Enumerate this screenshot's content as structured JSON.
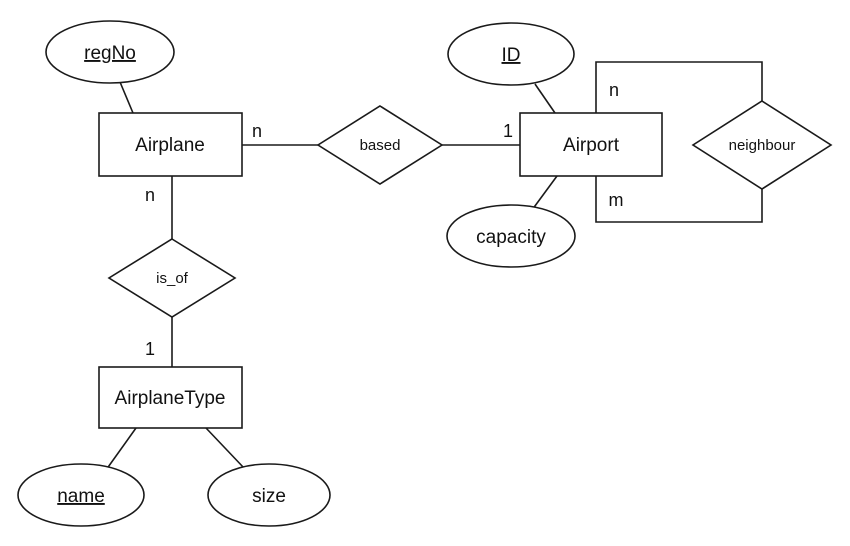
{
  "entities": {
    "airplane": "Airplane",
    "airport": "Airport",
    "airplane_type": "AirplaneType"
  },
  "attributes": {
    "regno": {
      "label": "regNo",
      "key": true
    },
    "id": {
      "label": "ID",
      "key": true
    },
    "capacity": {
      "label": "capacity",
      "key": false
    },
    "name": {
      "label": "name",
      "key": true
    },
    "size": {
      "label": "size",
      "key": false
    }
  },
  "relationships": {
    "based": "based",
    "is_of": "is_of",
    "neighbour": "neighbour"
  },
  "cardinalities": {
    "airplane_based": "n",
    "airport_based": "1",
    "airplane_is_of": "n",
    "airplanetype_is_of": "1",
    "airport_neighbour_top": "n",
    "airport_neighbour_bottom": "m"
  },
  "colors": {
    "stroke": "#1a1a1a",
    "background": "#ffffff"
  }
}
